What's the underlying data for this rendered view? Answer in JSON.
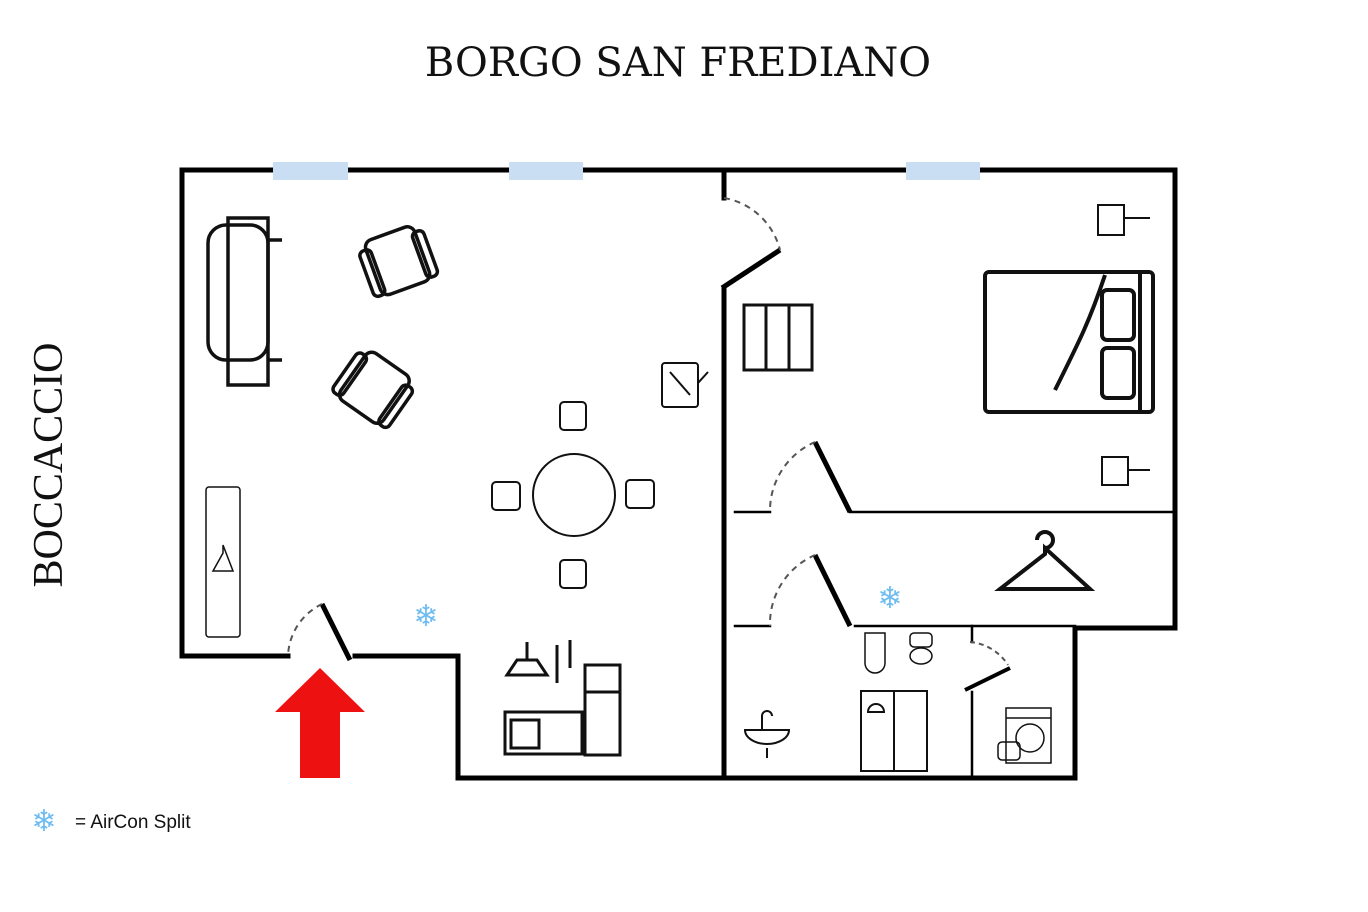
{
  "plan": {
    "street_top": "BORGO SAN FREDIANO",
    "street_left": "BOCCACCIO",
    "aircon_symbol": "❄",
    "legend_label": "= AirCon Split"
  },
  "colors": {
    "wall": "#000000",
    "window": "#c9def2",
    "aircon": "#6fbdf0",
    "entrance_arrow": "#ee1111"
  }
}
